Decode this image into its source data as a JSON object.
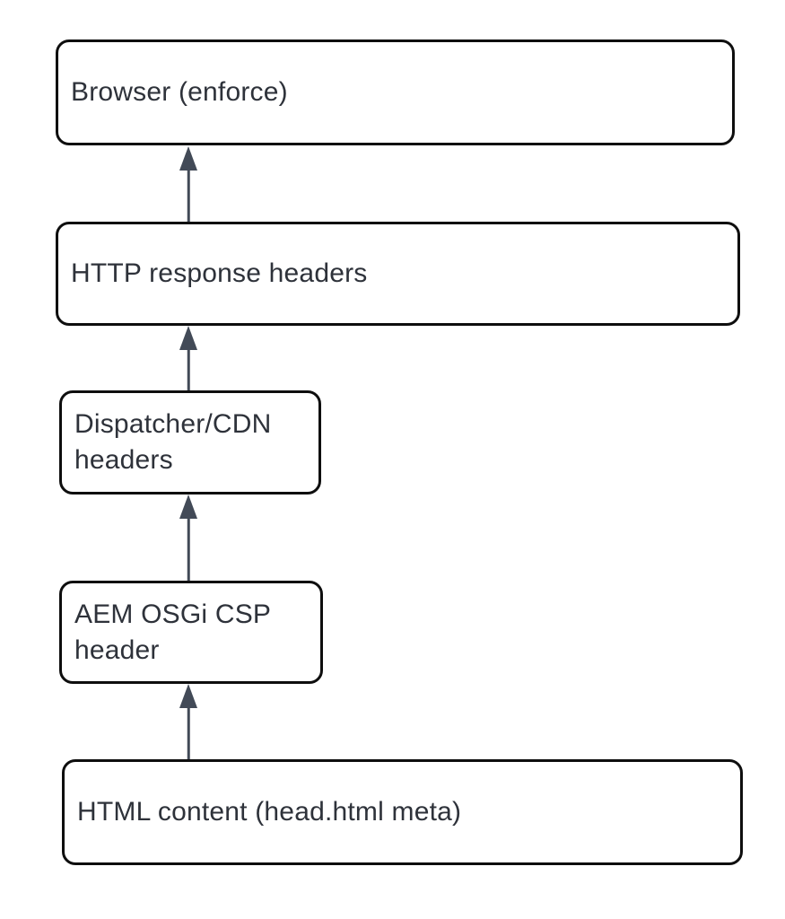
{
  "diagram": {
    "type": "flowchart",
    "direction": "bottom-to-top",
    "nodes": [
      {
        "id": "browser",
        "label": "Browser (enforce)"
      },
      {
        "id": "http-response-headers",
        "label": "HTTP response headers"
      },
      {
        "id": "dispatcher-cdn-headers",
        "label": "Dispatcher/CDN headers"
      },
      {
        "id": "aem-osgi-csp-header",
        "label": "AEM OSGi CSP header"
      },
      {
        "id": "html-content",
        "label": "HTML content (head.html meta)"
      }
    ],
    "edges": [
      {
        "from": "http-response-headers",
        "to": "browser"
      },
      {
        "from": "dispatcher-cdn-headers",
        "to": "http-response-headers"
      },
      {
        "from": "aem-osgi-csp-header",
        "to": "dispatcher-cdn-headers"
      },
      {
        "from": "html-content",
        "to": "aem-osgi-csp-header"
      }
    ],
    "colors": {
      "background": "#ffffff",
      "node_fill": "#ffffff",
      "node_border": "#0e0e0e",
      "text": "#2e323a",
      "arrow": "#424a57"
    }
  }
}
